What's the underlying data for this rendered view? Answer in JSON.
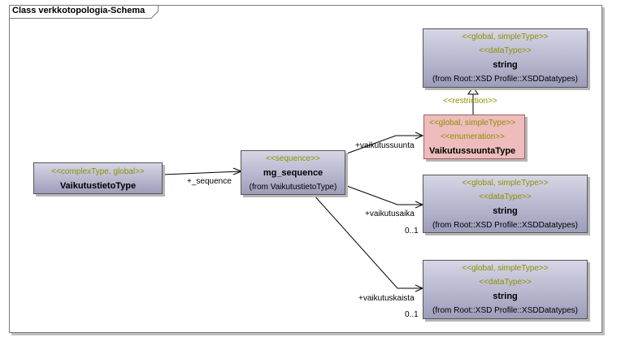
{
  "diagram": {
    "title": "Class verkkotopologia-Schema"
  },
  "classes": {
    "vaikutustieto": {
      "stereotype": "<<complexType, global>>",
      "name": "VaikutustietoType"
    },
    "mg_sequence": {
      "stereotype": "<<sequence>>",
      "name": "mg_sequence",
      "from": "(from VaikutustietoType)"
    },
    "string_top": {
      "stereotype1": "<<global, simpleType>>",
      "stereotype2": "<<dataType>>",
      "name": "string",
      "from": "(from Root::XSD Profile::XSDDatatypes)"
    },
    "suunta_type": {
      "stereotype1": "<<global, simpleType>>",
      "stereotype2": "<<enumeration>>",
      "name": "VaikutussuuntaType"
    },
    "string_mid": {
      "stereotype1": "<<global, simpleType>>",
      "stereotype2": "<<dataType>>",
      "name": "string",
      "from": "(from Root::XSD Profile::XSDDatatypes)"
    },
    "string_bottom": {
      "stereotype1": "<<global, simpleType>>",
      "stereotype2": "<<dataType>>",
      "name": "string",
      "from": "(from Root::XSD Profile::XSDDatatypes)"
    }
  },
  "connectors": {
    "sequence_role": "+_sequence",
    "restriction": "<<restriction>>",
    "suunta_role": "+vaikutussuunta",
    "aika_role": "+vaikutusaika",
    "aika_mult": "0..1",
    "kaista_role": "+vaikutuskaista",
    "kaista_mult": "0..1"
  },
  "colors": {
    "class_fill_top": "#d6d6e6",
    "class_fill_bottom": "#9d9dbb",
    "enumeration_fill": "#eebcbc",
    "stereotype_text": "#8f8f00"
  }
}
